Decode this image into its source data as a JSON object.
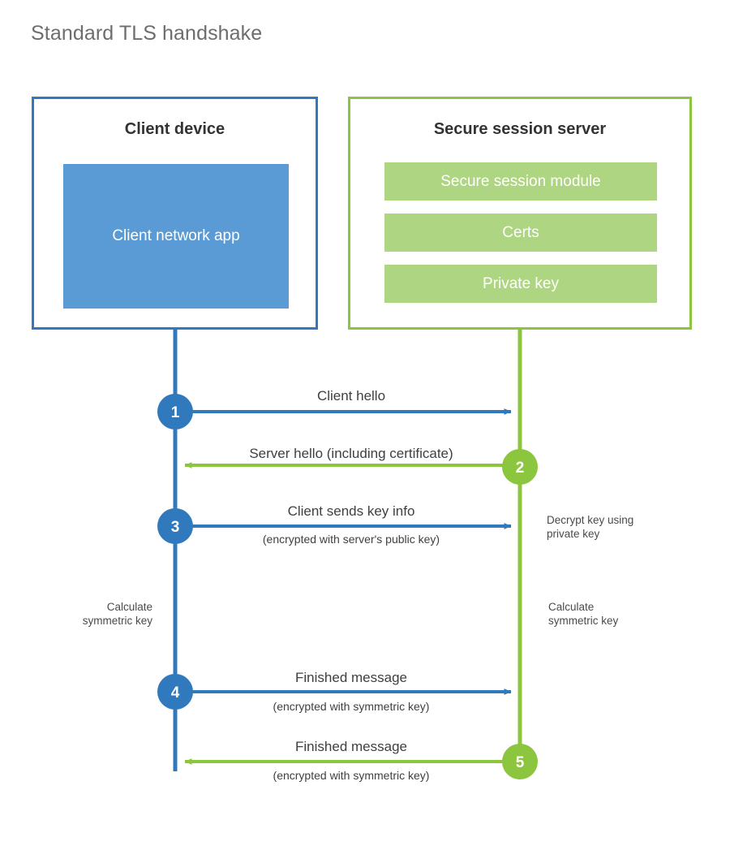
{
  "title": "Standard TLS handshake",
  "colors": {
    "client_blue": "#3179bd",
    "client_app_fill": "#5b9bd5",
    "server_green": "#8cc63f",
    "server_bar_fill": "#aed581",
    "title_gray": "#6d6d6d",
    "text_dark": "#3f3f3f"
  },
  "client": {
    "title": "Client device",
    "app_label": "Client network app"
  },
  "server": {
    "title": "Secure session server",
    "bars": [
      {
        "label": "Secure session module"
      },
      {
        "label": "Certs"
      },
      {
        "label": "Private key"
      }
    ]
  },
  "steps": [
    {
      "number": "1",
      "main": "Client hello",
      "sub": "",
      "direction": "client-to-server",
      "actor": "client"
    },
    {
      "number": "2",
      "main": "Server hello (including certificate)",
      "sub": "",
      "direction": "server-to-client",
      "actor": "server"
    },
    {
      "number": "3",
      "main": "Client sends key info",
      "sub": "(encrypted with server's public key)",
      "direction": "client-to-server",
      "actor": "client"
    },
    {
      "number": "4",
      "main": "Finished message",
      "sub": "(encrypted with symmetric key)",
      "direction": "client-to-server",
      "actor": "client"
    },
    {
      "number": "5",
      "main": "Finished message",
      "sub": "(encrypted with symmetric key)",
      "direction": "server-to-client",
      "actor": "server"
    }
  ],
  "notes": {
    "server_decrypt": "Decrypt key using\nprivate key",
    "client_calculate": "Calculate\nsymmetric key",
    "server_calculate": "Calculate\nsymmetric key"
  }
}
